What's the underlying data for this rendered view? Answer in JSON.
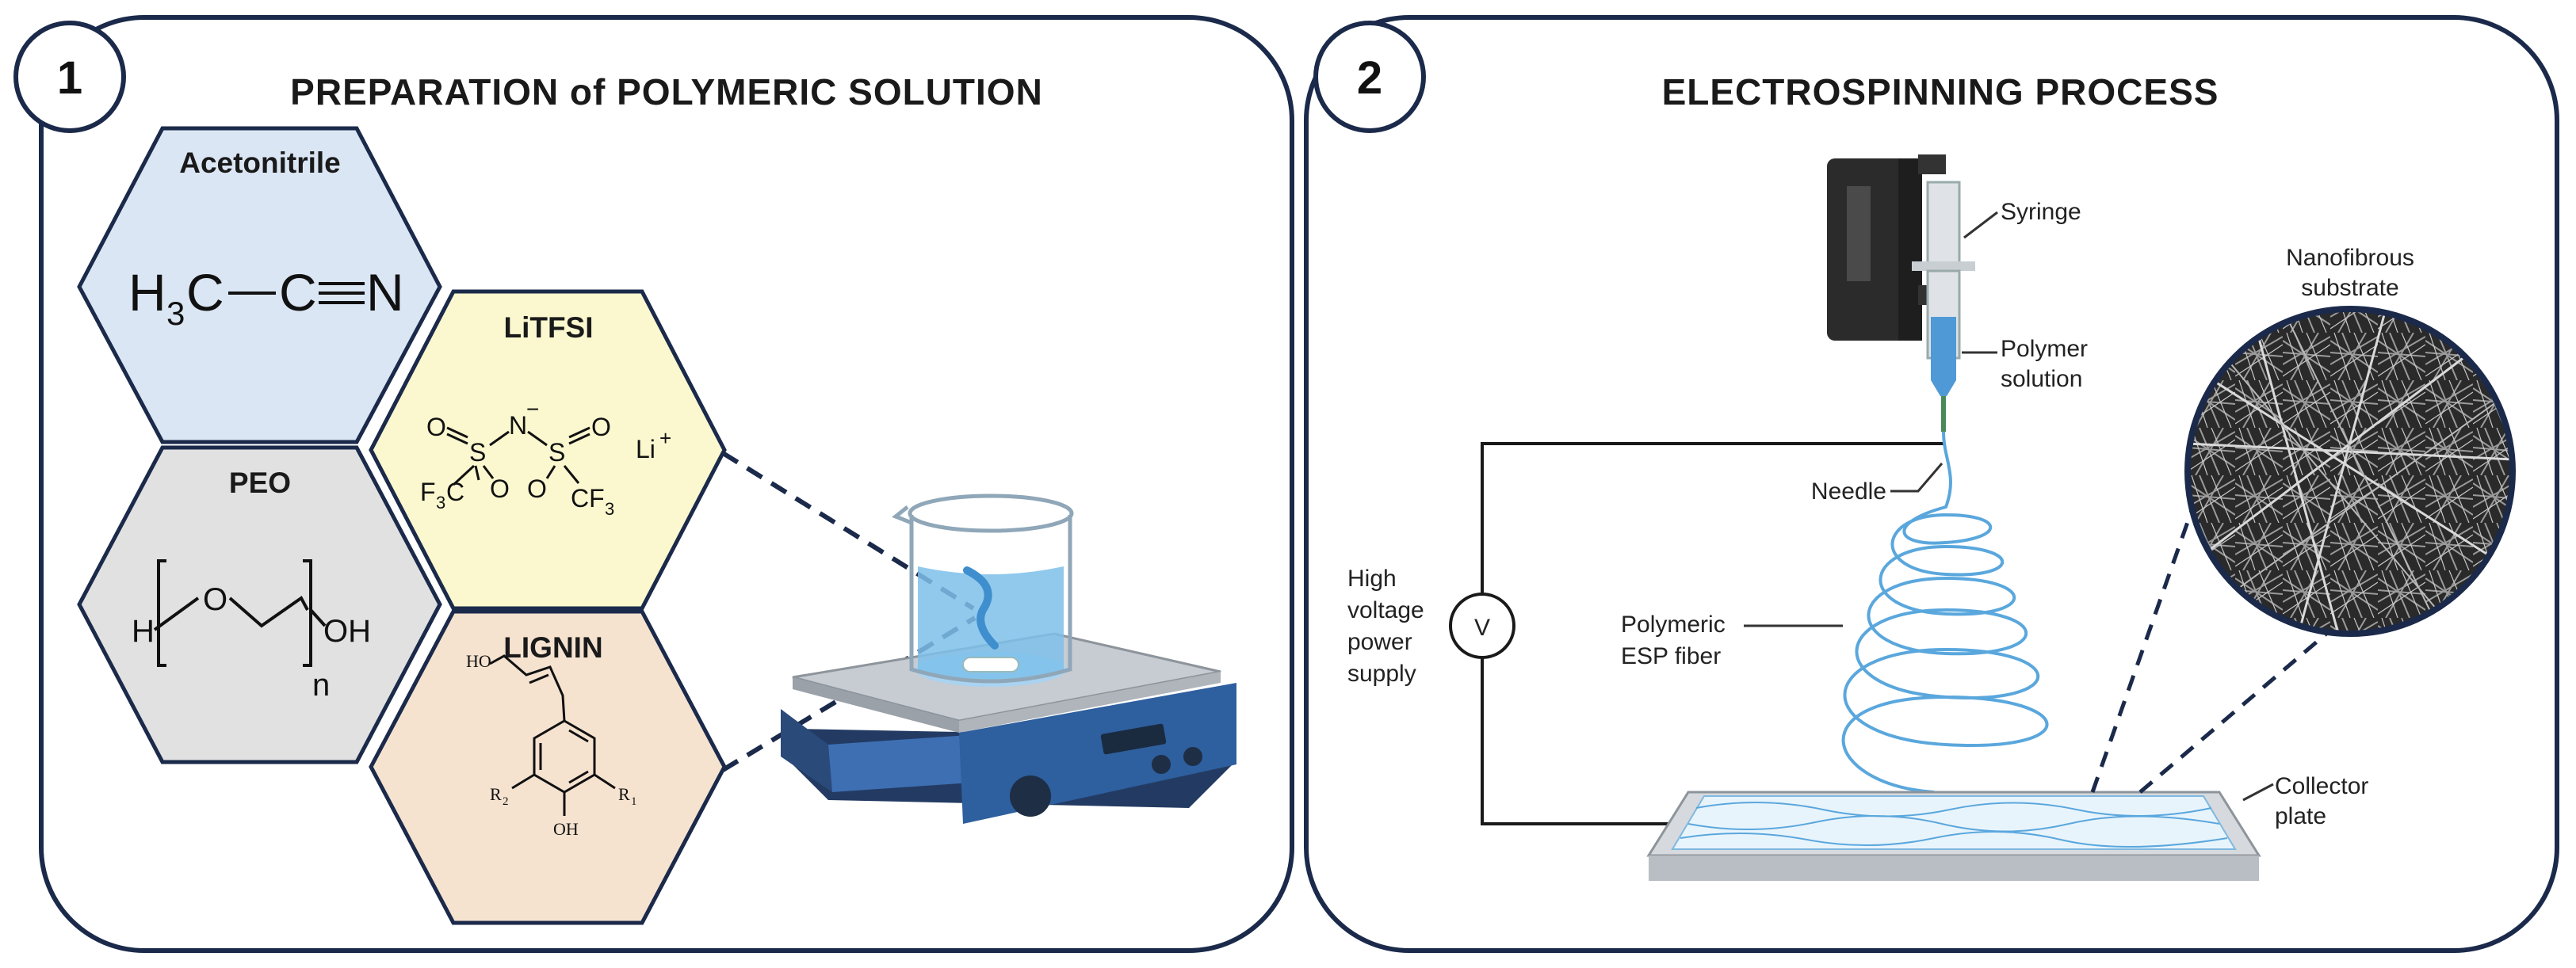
{
  "panels": {
    "left": {
      "number": "1",
      "title": "PREPARATION of POLYMERIC SOLUTION",
      "hexagons": {
        "acetonitrile": {
          "label": "Acetonitrile",
          "formula": {
            "h": "H",
            "sub3": "3",
            "c": "C",
            "c2": "C",
            "n": "N"
          },
          "color": "#dbe6f4"
        },
        "litfsi": {
          "label": "LiTFSI",
          "atoms": {
            "o": "O",
            "s": "S",
            "n": "N",
            "minus": "−",
            "li": "Li",
            "plus": "+",
            "f": "F",
            "sub3": "3",
            "c": "C",
            "cf": "CF"
          },
          "color": "#fbf8cf"
        },
        "peo": {
          "label": "PEO",
          "atoms": {
            "h": "H",
            "o": "O",
            "oh": "OH",
            "n": "n"
          },
          "color": "#e1e1e1"
        },
        "lignin": {
          "label": "LIGNIN",
          "atoms": {
            "ho": "HO",
            "oh": "OH",
            "r": "R",
            "sub1": "1",
            "sub2": "2"
          },
          "color": "#f5e3d0"
        }
      }
    },
    "right": {
      "number": "2",
      "title": "ELECTROSPINNING PROCESS",
      "labels": {
        "syringe": "Syringe",
        "polymer_solution": [
          "Polymer",
          "solution"
        ],
        "needle": "Needle",
        "voltage_symbol": "V",
        "power_supply": [
          "High",
          "voltage",
          "power",
          "supply"
        ],
        "fiber": [
          "Polymeric",
          "ESP fiber"
        ],
        "substrate": [
          "Nanofibrous",
          "substrate"
        ],
        "collector": [
          "Collector",
          "plate"
        ]
      }
    }
  },
  "colors": {
    "panel_border": "#1b2a4a",
    "liquid": "#4f9ad6",
    "stirrer_body": "#2e5f9e",
    "stirrer_plate": "#b9bec4"
  }
}
